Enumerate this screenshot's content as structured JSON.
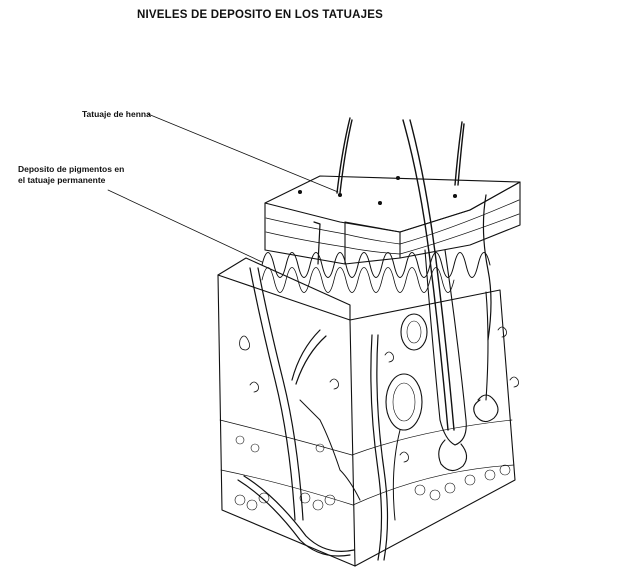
{
  "title": "NIVELES DE DEPOSITO EN LOS TATUAJES",
  "labels": {
    "henna": "Tatuaje de henna",
    "permanent_line1": "Deposito de pigmentos en",
    "permanent_line2": "el tatuaje permanente"
  }
}
